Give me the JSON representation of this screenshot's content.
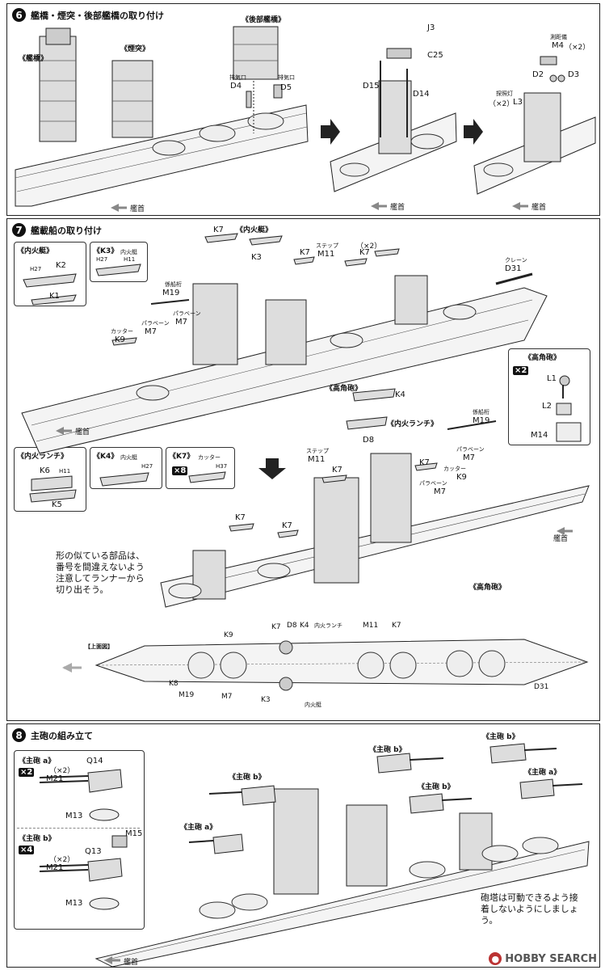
{
  "step6": {
    "number": "6",
    "title": "艦橋・煙突・後部艦橋の取り付け",
    "labels": {
      "bridge": "《艦橋》",
      "funnel": "《煙突》",
      "rear_bridge": "《後部艦橋》",
      "exhaust_a": "排気口",
      "exhaust_b": "排気口",
      "d4": "D4",
      "d5": "D5",
      "j3": "J3",
      "c25": "C25",
      "d15": "D15",
      "d14": "D14",
      "lookout": "測距儀",
      "m4": "M4",
      "x2a": "（×2）",
      "d2": "D2",
      "d3": "D3",
      "searchlight": "探照灯",
      "x2b": "（×2）",
      "l3": "L3",
      "bow1": "艦首",
      "bow2": "艦首",
      "bow3": "艦首"
    }
  },
  "step7": {
    "number": "7",
    "title": "艦載船の取り付け",
    "labels": {
      "inner_boat_box": "《内火艇》",
      "k2": "K2",
      "h27a": "H27",
      "k1": "K1",
      "k3_box": "《K3》",
      "k3_sub": "内火艇",
      "h27b": "H27",
      "h11a": "H11",
      "k7_top": "K7",
      "inner_boat_top": "《内火艇》",
      "k3": "K3",
      "step_lbl": "ステップ",
      "m11": "M11",
      "x2": "（×2）",
      "k7b": "K7",
      "k7c": "K7",
      "crane": "クレーン",
      "d31": "D31",
      "boom": "係船桁",
      "m19": "M19",
      "paravane1": "パラベーン",
      "m7a": "M7",
      "paravane2": "パラベーン",
      "m7b": "M7",
      "cutter": "カッター",
      "k9": "K9",
      "bow": "艦首",
      "ha_gun_box": "《高角砲》",
      "x2_mult": "×2",
      "l1": "L1",
      "l2": "L2",
      "m14": "M14",
      "ha_gun_mid": "《高角砲》",
      "k4": "K4",
      "launch_mid": "《内火ランチ》",
      "boom2": "係船桁",
      "m19b": "M19",
      "d8": "D8",
      "step2": "ステップ",
      "m11b": "M11",
      "k7d": "K7",
      "k7e": "K7",
      "paravane3": "パラベーン",
      "m7c": "M7",
      "cutter2": "カッター",
      "k9b": "K9",
      "paravane4": "パラベーン",
      "m7d": "M7",
      "launch_box": "《内火ランチ》",
      "k6": "K6",
      "h11b": "H11",
      "k5": "K5",
      "k4_box": "《K4》",
      "k4_sub": "内火艇",
      "h27c": "H27",
      "k7_box": "《K7》",
      "k7_sub": "カッター",
      "h37": "H37",
      "x8_mult": "×8",
      "k7f": "K7",
      "k7g": "K7",
      "bow2": "艦首",
      "note": "形の似ている部品は、番号を間違えないよう注意してランナーから切り出そう。",
      "ha_gun_low": "《高角砲》",
      "top_view": "【上面図】",
      "k9c": "K9",
      "k7h": "K7",
      "d8b": "D8",
      "k4b": "K4",
      "launch_lbl": "内火ランチ",
      "m11c": "M11",
      "k7i": "K7",
      "k8": "K8",
      "m19c": "M19",
      "m7e": "M7",
      "k3b": "K3",
      "inner_boat_lbl": "内火艇",
      "d31b": "D31"
    }
  },
  "step8": {
    "number": "8",
    "title": "主砲の組み立て",
    "labels": {
      "gun_a_box": "《主砲 a》",
      "x2_mult": "×2",
      "x2a": "（×2）",
      "m21a": "M21",
      "q14": "Q14",
      "m13a": "M13",
      "gun_b_box": "《主砲 b》",
      "m15": "M15",
      "x4_mult": "×4",
      "x2b": "（×2）",
      "m21b": "M21",
      "q13": "Q13",
      "m13b": "M13",
      "gun_b1": "《主砲 b》",
      "gun_a1": "《主砲 a》",
      "gun_b2": "《主砲 b》",
      "gun_b3": "《主砲 b》",
      "gun_b4": "《主砲 b》",
      "gun_a2": "《主砲 a》",
      "note": "砲塔は可動できるよう接着しないようにしましょう。",
      "bow": "艦首"
    }
  },
  "watermark": "HOBBY SEARCH"
}
